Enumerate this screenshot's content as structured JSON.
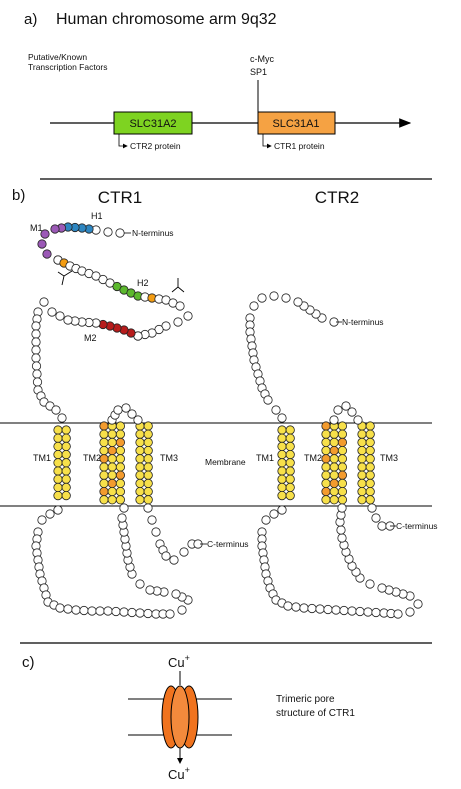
{
  "panel_a": {
    "label": "a)",
    "title": "Human chromosome arm 9q32",
    "tf_heading_line1": "Putative/Known",
    "tf_heading_line2": "Transcription Factors",
    "tf_line1": "c-Myc",
    "tf_line2": "SP1",
    "gene1": "SLC31A2",
    "gene2": "SLC31A1",
    "protein1": "CTR2 protein",
    "protein2": "CTR1 protein"
  },
  "panel_b": {
    "label": "b)",
    "ctr1": {
      "title": "CTR1",
      "n_terminus": "N-terminus",
      "c_terminus": "C-terminus",
      "motif_m1": "M1",
      "motif_m2": "M2",
      "motif_h1": "H1",
      "motif_h2": "H2",
      "tm1": "TM1",
      "tm2": "TM2",
      "tm3": "TM3"
    },
    "ctr2": {
      "title": "CTR2",
      "n_terminus": "N-terminus",
      "c_terminus": "C-terminus",
      "tm1": "TM1",
      "tm2": "TM2",
      "tm3": "TM3"
    },
    "membrane_label": "Membrane"
  },
  "panel_c": {
    "label": "c)",
    "ion_top": "Cu",
    "ion_bottom": "Cu",
    "charge": "+",
    "caption_line1": "Trimeric pore",
    "caption_line2": "structure of CTR1"
  },
  "colors": {
    "gene1_fill": "#7ed321",
    "gene2_fill": "#f5a243",
    "tm_fill": "#f7e04a",
    "tm_highlight": "#f39b2e",
    "m1_fill": "#9b59b6",
    "h1_fill": "#2e86c1",
    "h2_fill": "#5cb82e",
    "m2_fill": "#b71c1c",
    "glyco_fill": "#f39c12",
    "pore_fill": "#f0731e"
  }
}
